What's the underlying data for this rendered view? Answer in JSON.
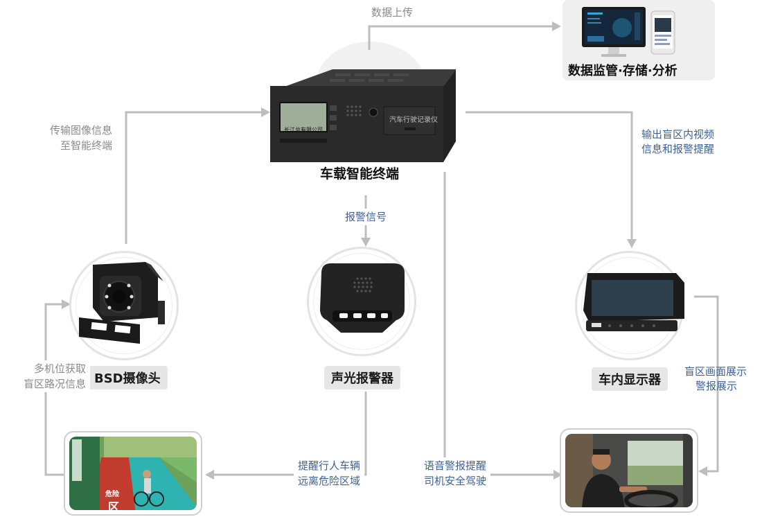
{
  "nodes": {
    "terminal": "车载智能终端",
    "platform": "数据监管·存储·分析",
    "camera": "BSD摄像头",
    "alarm": "声光报警器",
    "monitor": "车内显示器"
  },
  "edges": {
    "upload": "数据上传",
    "image_to_terminal_1": "传输图像信息",
    "image_to_terminal_2": "至智能终端",
    "output_video_1": "输出盲区内视频",
    "output_video_2": "信息和报警提醒",
    "alarm_signal": "报警信号",
    "multi_camera_1": "多机位获取",
    "multi_camera_2": "盲区路况信息",
    "remind_ped_1": "提醒行人车辆",
    "remind_ped_2": "远离危险区域",
    "voice_alarm_1": "语音警报提醒",
    "voice_alarm_2": "司机安全驾驶",
    "display_1": "盲区画面展示",
    "display_2": "警报展示"
  },
  "device_text": {
    "recorder_brand": "汽车行驶记录仪",
    "screen_text": "长江总有限公司",
    "road_sign_1": "危险",
    "road_sign_2": "区"
  },
  "colors": {
    "arrow": "#bdbdbd",
    "blue_label": "#3f6196",
    "gray_label": "#8a8a8a",
    "caption_bg": "#e6e6e6"
  }
}
